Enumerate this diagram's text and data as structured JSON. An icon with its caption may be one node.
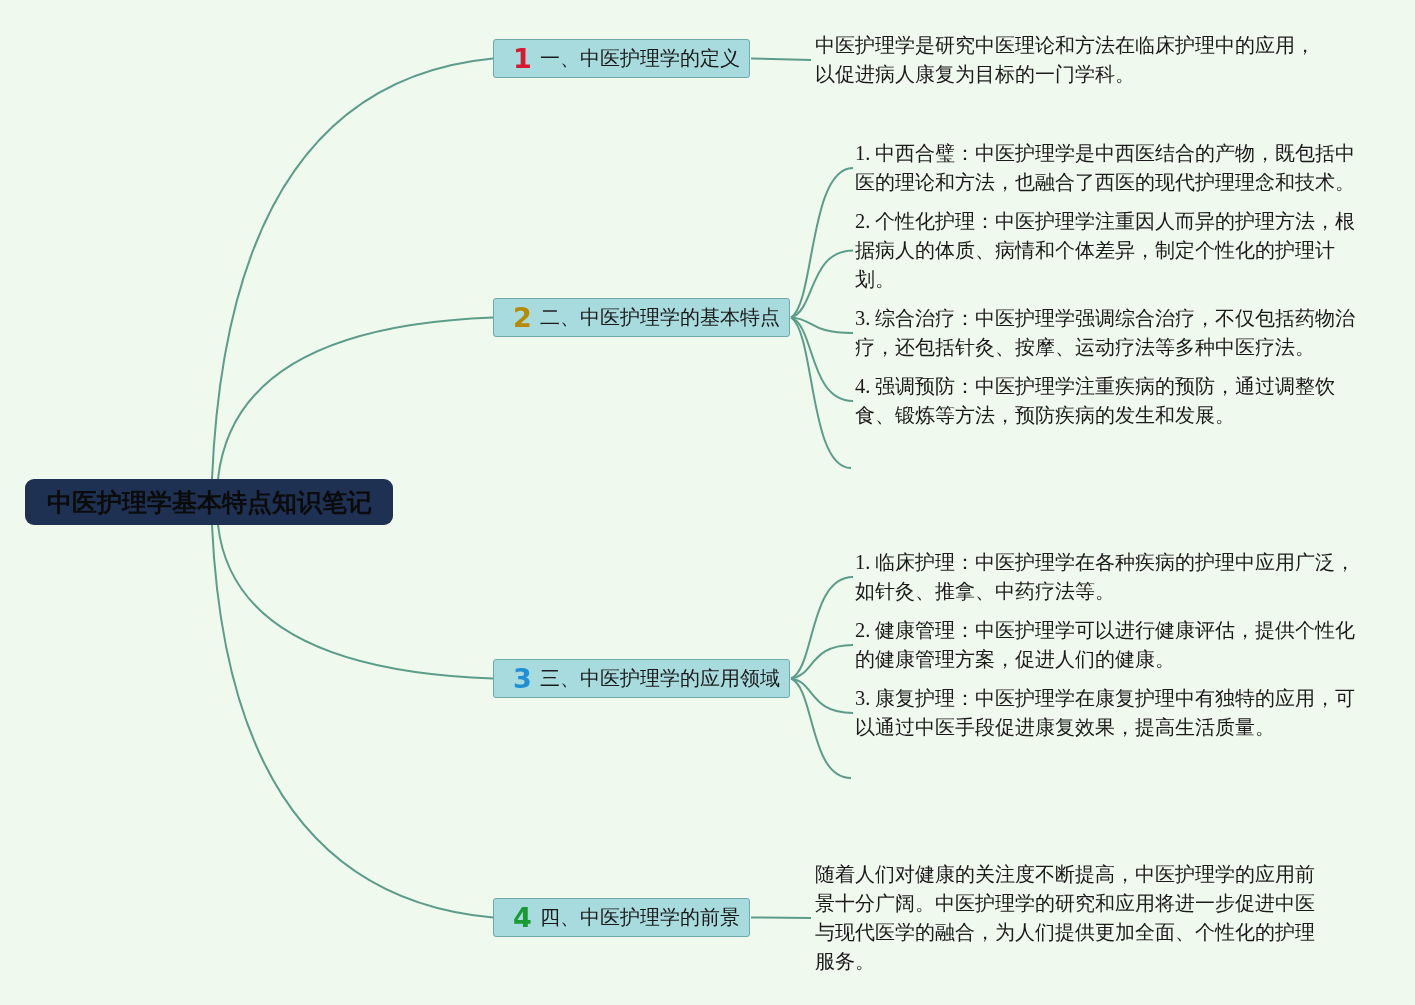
{
  "diagram": {
    "nodes": [
      {
        "text": [
          "中医护理学基本特点知识笔记"
        ]
      },
      {
        "text": [
          "1",
          "一、中医护理学的定义"
        ]
      },
      {
        "text": [
          "中医护理学是研究中医理论和方法在临床护理中的应用，以促进病人康复为目标的一门学科。"
        ]
      },
      {
        "text": [
          "2",
          "二、中医护理学的基本特点"
        ]
      },
      {
        "text": [
          "1. 中西合璧：中医护理学是中西医结合的产物，既包括中医的理论和方法，也融合了西医的现代护理理念和技术。"
        ]
      },
      {
        "text": [
          "2. 个性化护理：中医护理学注重因人而异的护理方法，根据病人的体质、病情和个体差异，制定个性化的护理计划。"
        ]
      },
      {
        "text": [
          "3. 综合治疗：中医护理学强调综合治疗，不仅包括药物治疗，还包括针灸、按摩、运动疗法等多种中医疗法。"
        ]
      },
      {
        "text": [
          "4. 强调预防：中医护理学注重疾病的预防，通过调整饮食、锻炼等方法，预防疾病的发生和发展。"
        ]
      },
      {
        "text": [
          "3",
          "三、中医护理学的应用领域"
        ]
      },
      {
        "text": [
          "1. 临床护理：中医护理学在各种疾病的护理中应用广泛，如针灸、推拿、中药疗法等。"
        ]
      },
      {
        "text": [
          "2. 健康管理：中医护理学可以进行健康评估，提供个性化的健康管理方案，促进人们的健康。"
        ]
      },
      {
        "text": [
          "3. 康复护理：中医护理学在康复护理中有独特的应用，可以通过中医手段促进康复效果，提高生活质量。"
        ]
      },
      {
        "text": [
          "4",
          "四、中医护理学的前景"
        ]
      },
      {
        "text": [
          "随着人们对健康的关注度不断提高，中医护理学的应用前景十分广阔。中医护理学的研究和应用将进一步促进中医与现代医学的融合，为人们提供更加全面、个性化的护理服务。"
        ]
      }
    ],
    "edges": [
      {
        "from": 0,
        "to": 1,
        "arrow": "none"
      },
      {
        "from": 1,
        "to": 2,
        "arrow": "none"
      },
      {
        "from": 0,
        "to": 3,
        "arrow": "none"
      },
      {
        "from": 3,
        "to": 4,
        "arrow": "none"
      },
      {
        "from": 3,
        "to": 5,
        "arrow": "none"
      },
      {
        "from": 3,
        "to": 6,
        "arrow": "none"
      },
      {
        "from": 3,
        "to": 7,
        "arrow": "none"
      },
      {
        "from": 3,
        "to": null,
        "arrow": "none"
      },
      {
        "from": 0,
        "to": 8,
        "arrow": "none"
      },
      {
        "from": 8,
        "to": 9,
        "arrow": "none"
      },
      {
        "from": 8,
        "to": 10,
        "arrow": "none"
      },
      {
        "from": 8,
        "to": 11,
        "arrow": "none"
      },
      {
        "from": 8,
        "to": null,
        "arrow": "none"
      },
      {
        "from": 0,
        "to": 12,
        "arrow": "none"
      },
      {
        "from": 12,
        "to": 13,
        "arrow": "none"
      }
    ]
  }
}
